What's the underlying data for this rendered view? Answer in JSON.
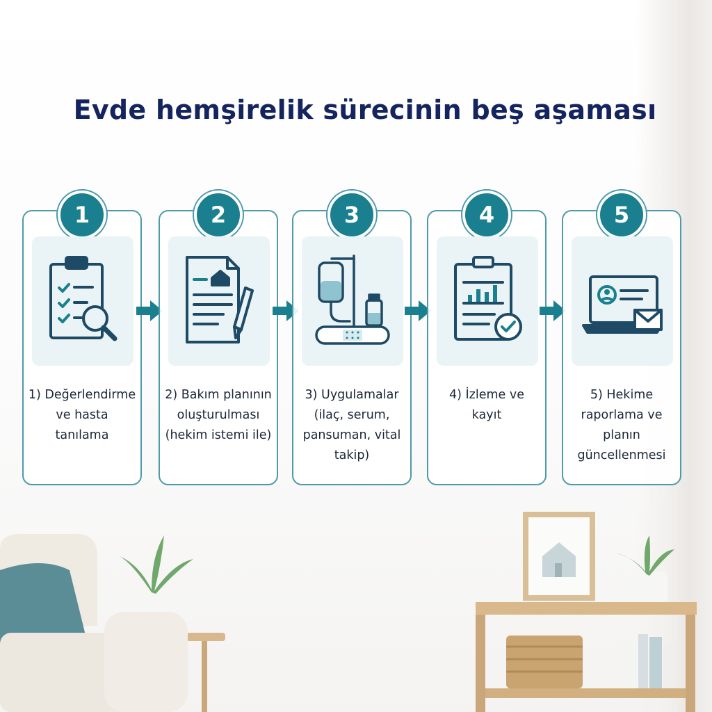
{
  "title": "Evde hemşirelik sürecinin beş aşaması",
  "steps": [
    {
      "number": "1",
      "label": "1) Değerlendirme ve hasta tanılama",
      "icon": "clipboard-magnifier-icon"
    },
    {
      "number": "2",
      "label": "2) Bakım planının oluşturulması (hekim istemi ile)",
      "icon": "care-plan-document-pen-icon"
    },
    {
      "number": "3",
      "label": "3) Uygulamalar (ilaç, serum, pansuman, vital takip)",
      "icon": "iv-drip-bandage-icon"
    },
    {
      "number": "4",
      "label": "4) İzleme ve kayıt",
      "icon": "monitoring-clipboard-chart-icon"
    },
    {
      "number": "5",
      "label": "5) Hekime raporlama ve planın güncellenmesi",
      "icon": "laptop-report-envelope-icon"
    }
  ],
  "colors": {
    "title": "#14245e",
    "accent": "#1a7f8e",
    "border": "#4d9aaa",
    "icon": "#1e4a66",
    "tile": "#eaf3f6"
  }
}
